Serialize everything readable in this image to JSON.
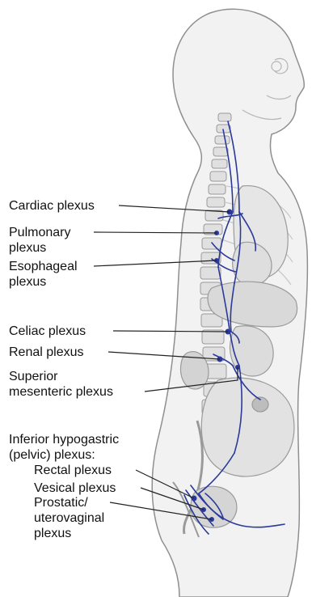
{
  "labels": {
    "cardiac": "Cardiac plexus",
    "pulmonary_1": "Pulmonary",
    "pulmonary_2": "plexus",
    "esophageal_1": "Esophageal",
    "esophageal_2": "plexus",
    "celiac": "Celiac plexus",
    "renal": "Renal plexus",
    "superior_1": "Superior",
    "superior_2": "mesenteric plexus",
    "inferior_1": "Inferior hypogastric",
    "inferior_2": "(pelvic) plexus:",
    "rectal": "Rectal plexus",
    "vesical": "Vesical plexus",
    "prostatic_1": "Prostatic/",
    "prostatic_2": "uterovaginal",
    "prostatic_3": "plexus"
  },
  "colors": {
    "nerve": "#2b3a9a",
    "outline": "#8f8f8f",
    "body_fill": "#f2f2f2",
    "organ_fill": "#d9d9d9",
    "leader": "#222222"
  }
}
